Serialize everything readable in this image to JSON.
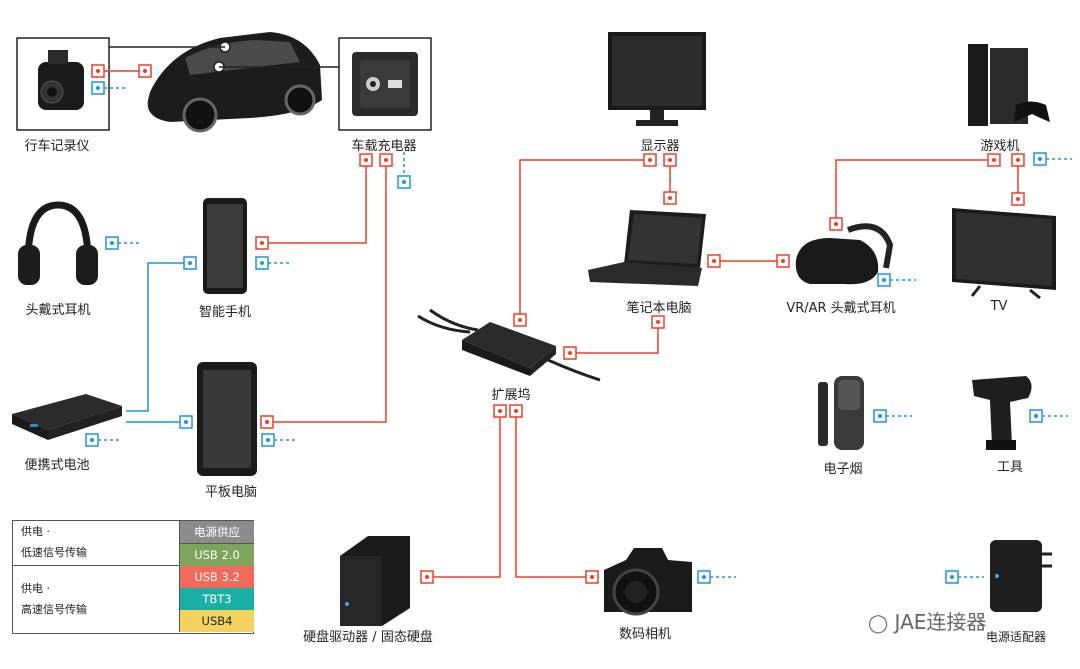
{
  "devices": {
    "dashcam": "行车记录仪",
    "car_charger": "车载充电器",
    "monitor": "显示器",
    "game_console": "游戏机",
    "headphones": "头戴式耳机",
    "smartphone": "智能手机",
    "laptop": "笔记本电脑",
    "vr_headset": "VR/AR 头戴式耳机",
    "tv": "TV",
    "power_bank": "便携式电池",
    "tablet": "平板电脑",
    "dock": "扩展坞",
    "e_cigarette": "电子烟",
    "tool": "工具",
    "hdd": "硬盘驱动器 / 固态硬盘",
    "camera": "数码相机",
    "power_adapter": "电源适配器"
  },
  "legend": {
    "row1_line1": "供电 ·",
    "row1_line2": "低速信号传输",
    "row2_line1": "供电 ·",
    "row2_line2": "高速信号传输",
    "cells": [
      "电源供应",
      "USB 2.0",
      "USB 3.2",
      "TBT3",
      "USB4"
    ],
    "cell_colors": [
      "#8c8c8c",
      "#7ea35a",
      "#f06b5a",
      "#1ab0a6",
      "#f2d45c"
    ]
  },
  "colors": {
    "high_speed_line": "#e8402a",
    "low_speed_line": "#1e96d2"
  },
  "watermark": "JAE连接器"
}
